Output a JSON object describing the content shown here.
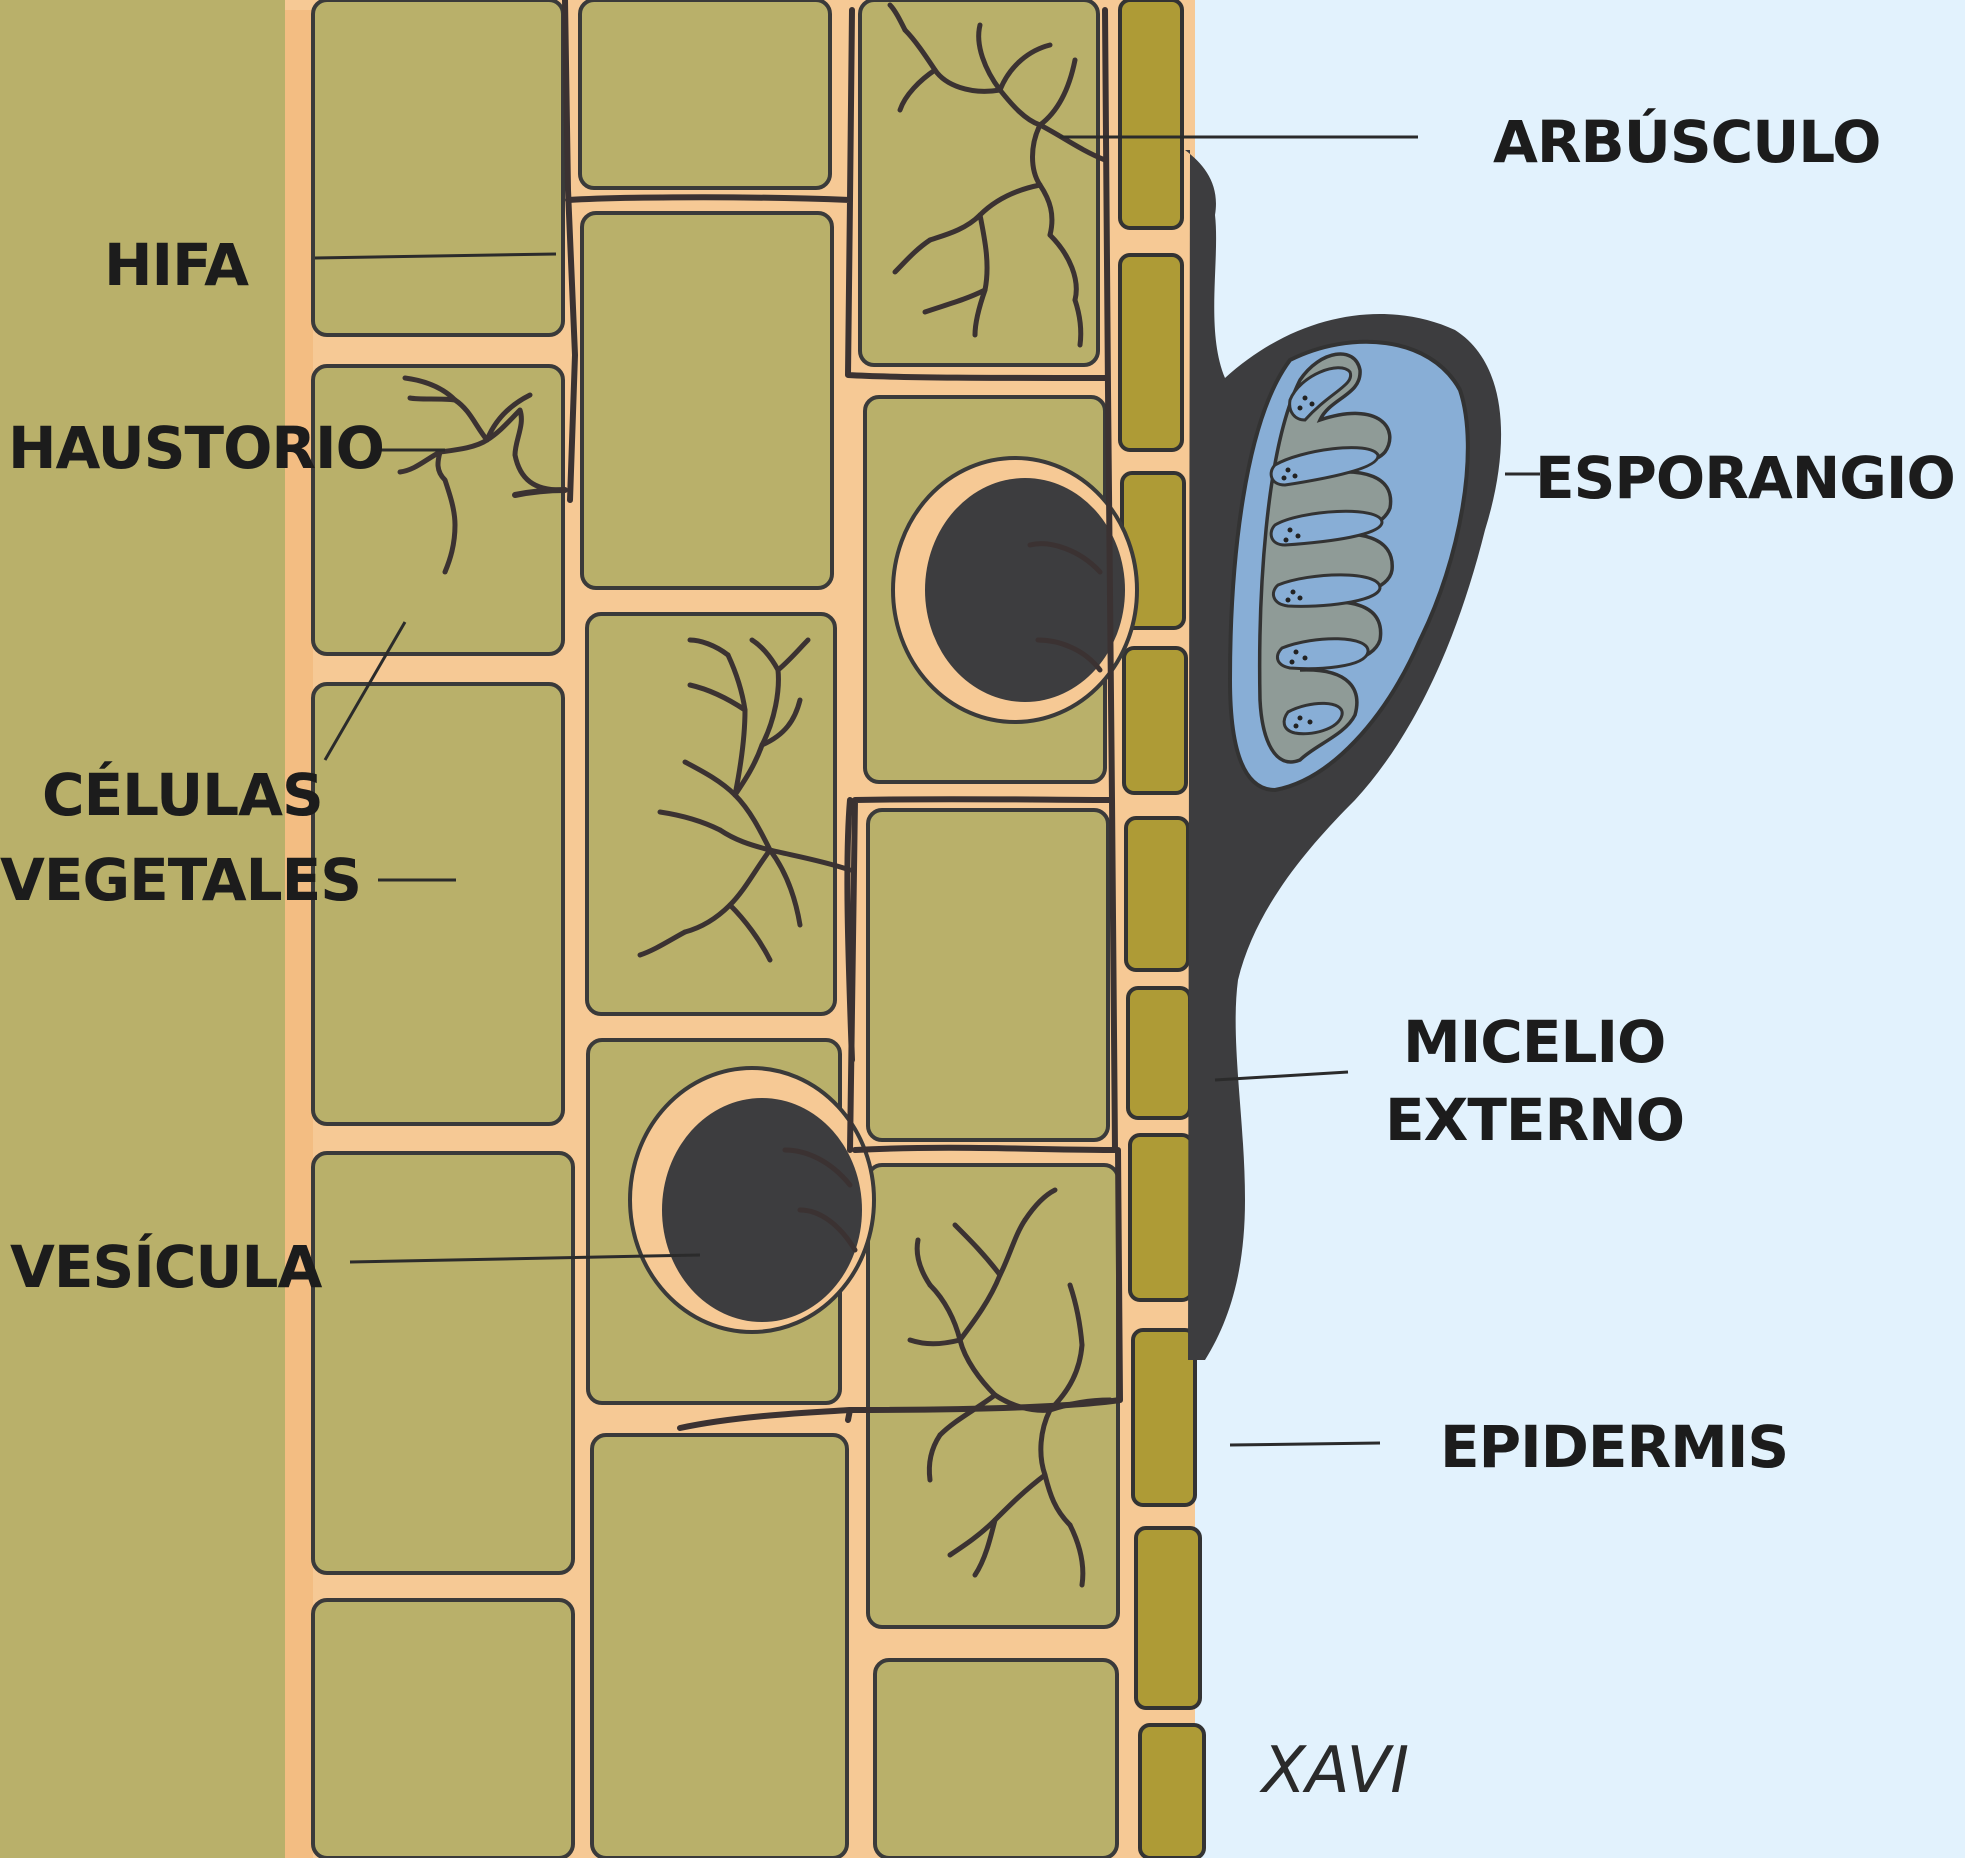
{
  "labels": {
    "arbusculo": "ARBÚSCULO",
    "hifa": "HIFA",
    "haustorio": "HAUSTORIO",
    "esporangio": "ESPORANGIO",
    "celulas_line1": "CÉLULAS",
    "celulas_line2": "VEGETALES",
    "micelio_line1": "MICELIO",
    "micelio_line2": "EXTERNO",
    "vesicula": "VESÍCULA",
    "epidermis": "EPIDERMIS"
  },
  "signature": "XAVI",
  "colors": {
    "background": "#e2f2fd",
    "plant_cell": "#b9b06a",
    "cell_wall": "#f6c995",
    "epidermis_cell": "#ae9b36",
    "fungus": "#3d3d3f",
    "sporangium": "#88aed6",
    "sporangium_inner": "#8f9b97"
  }
}
